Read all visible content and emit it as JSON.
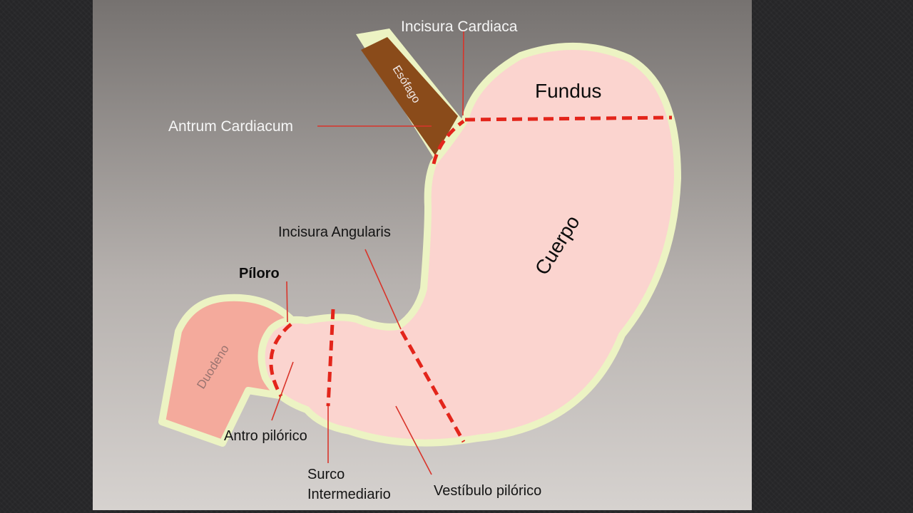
{
  "diagram": {
    "labels": {
      "incisura_cardiaca": "Incisura Cardiaca",
      "fundus": "Fundus",
      "esofago": "Esófago",
      "antrum_cardiacum": "Antrum Cardiacum",
      "incisura_angularis": "Incisura Angularis",
      "cuerpo": "Cuerpo",
      "piloro": "Píloro",
      "duodeno": "Duodeno",
      "antro_pilorico": "Antro pilórico",
      "surco_line1": "Surco",
      "surco_line2": "Intermediario",
      "vestibulo_pilorico": "Vestíbulo pilórico"
    },
    "colors": {
      "page_background": "#262628",
      "stomach_fill": "#fbd4cf",
      "stomach_outline": "#ecf3c3",
      "duodenum_fill": "#f4aa9c",
      "esophagus_fill": "#8a4b1a",
      "boundary_lines": "#e3251b"
    }
  }
}
